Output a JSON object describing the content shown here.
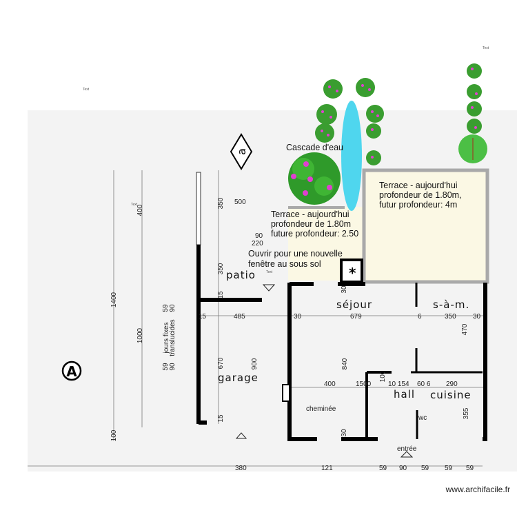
{
  "labels": {
    "text_markers": [
      "Text",
      "Text",
      "Text",
      "Text"
    ],
    "cascade": "Cascade d'eau",
    "terrace_right": [
      "Terrace - aujourd'hui",
      "profondeur de 1.80m,",
      "futur profondeur: 4m"
    ],
    "terrace_left": [
      "Terrace - aujourd'hui",
      "profondeur de 1.80m",
      "future profondeur: 2.50"
    ],
    "window_note": [
      "Ouvrir pour une nouvelle",
      "fenêtre au sous sol"
    ],
    "star": "*",
    "watermark": "www.archifacile.fr",
    "north": "A"
  },
  "rooms": {
    "patio": "patio",
    "garage": "garage",
    "sejour": "séjour",
    "sam": "s-à-m.",
    "hall": "hall",
    "cuisine": "cuisine",
    "cheminee": "cheminée",
    "wc": "wc",
    "entree": "entrée",
    "jours": [
      "jours fixes",
      "translucides"
    ]
  },
  "dimensions": {
    "d1400": "1400",
    "d100": "100",
    "d400": "400",
    "d1000": "1000",
    "d350a": "350",
    "d350b": "350",
    "d15a": "15",
    "d670": "670",
    "d15b": "15",
    "d500": "500",
    "d90": "90",
    "d220": "220",
    "d59a": "59",
    "d90b": "90",
    "d59b": "59",
    "d90c": "90",
    "d485": "485",
    "d15c": "15",
    "d30a": "30",
    "d679": "679",
    "d6": "6",
    "d350c": "350",
    "d30b": "30",
    "d900": "900",
    "d840": "840",
    "d400b": "400",
    "d1500": "1500",
    "d10_154": "10  154",
    "d60_6": "60 6",
    "d290": "290",
    "d470": "470",
    "d355": "355",
    "d30c": "30",
    "d30d": "30",
    "d100b": "100",
    "bottom": [
      "380",
      "121",
      "59",
      "90",
      "59",
      "59",
      "59"
    ]
  },
  "colors": {
    "water": "#4fd6ee",
    "terrace": "#fbf8e4",
    "terrace_border": "#a9a9a9",
    "shrub": "#2f9a2a",
    "flower": "#e040d0"
  }
}
